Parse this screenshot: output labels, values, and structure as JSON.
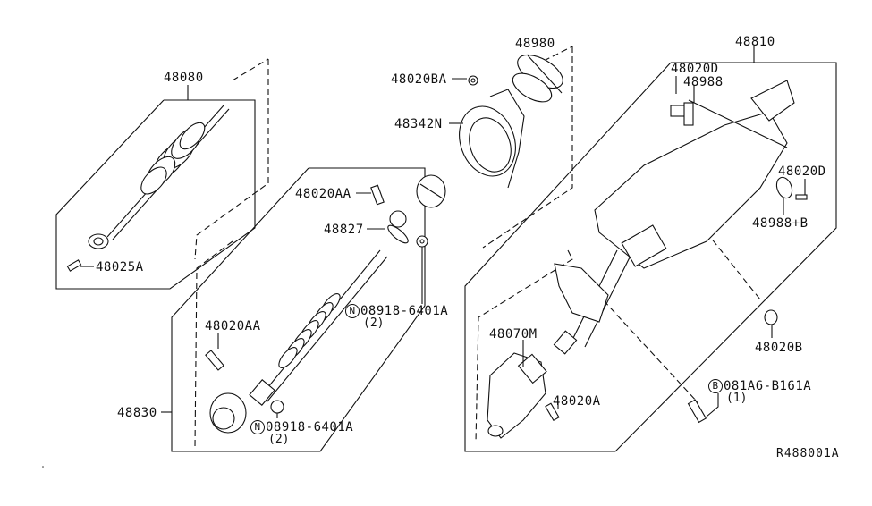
{
  "diagram": {
    "reference_code": "R488001A",
    "labels": {
      "p48080": "48080",
      "p48025A": "48025A",
      "p48980": "48980",
      "p48020BA": "48020BA",
      "p48342N": "48342N",
      "p48020AA_top": "48020AA",
      "p48827": "48827",
      "p08918_top": "08918-6401A",
      "p08918_top_qty": "(2)",
      "p48020AA_bottom": "48020AA",
      "p48830": "48830",
      "p08918_bottom": "08918-6401A",
      "p08918_bottom_qty": "(2)",
      "p48810": "48810",
      "p48020D_top": "48020D",
      "p48988": "48988",
      "p48020D_right": "48020D",
      "p48988B": "48988+B",
      "p48020B": "48020B",
      "p48070M": "48070M",
      "p48020A": "48020A",
      "p081A6": "081A6-B161A",
      "p081A6_qty": "(1)"
    },
    "callout_symbols": {
      "n_mark": "N",
      "b_mark": "B"
    }
  }
}
